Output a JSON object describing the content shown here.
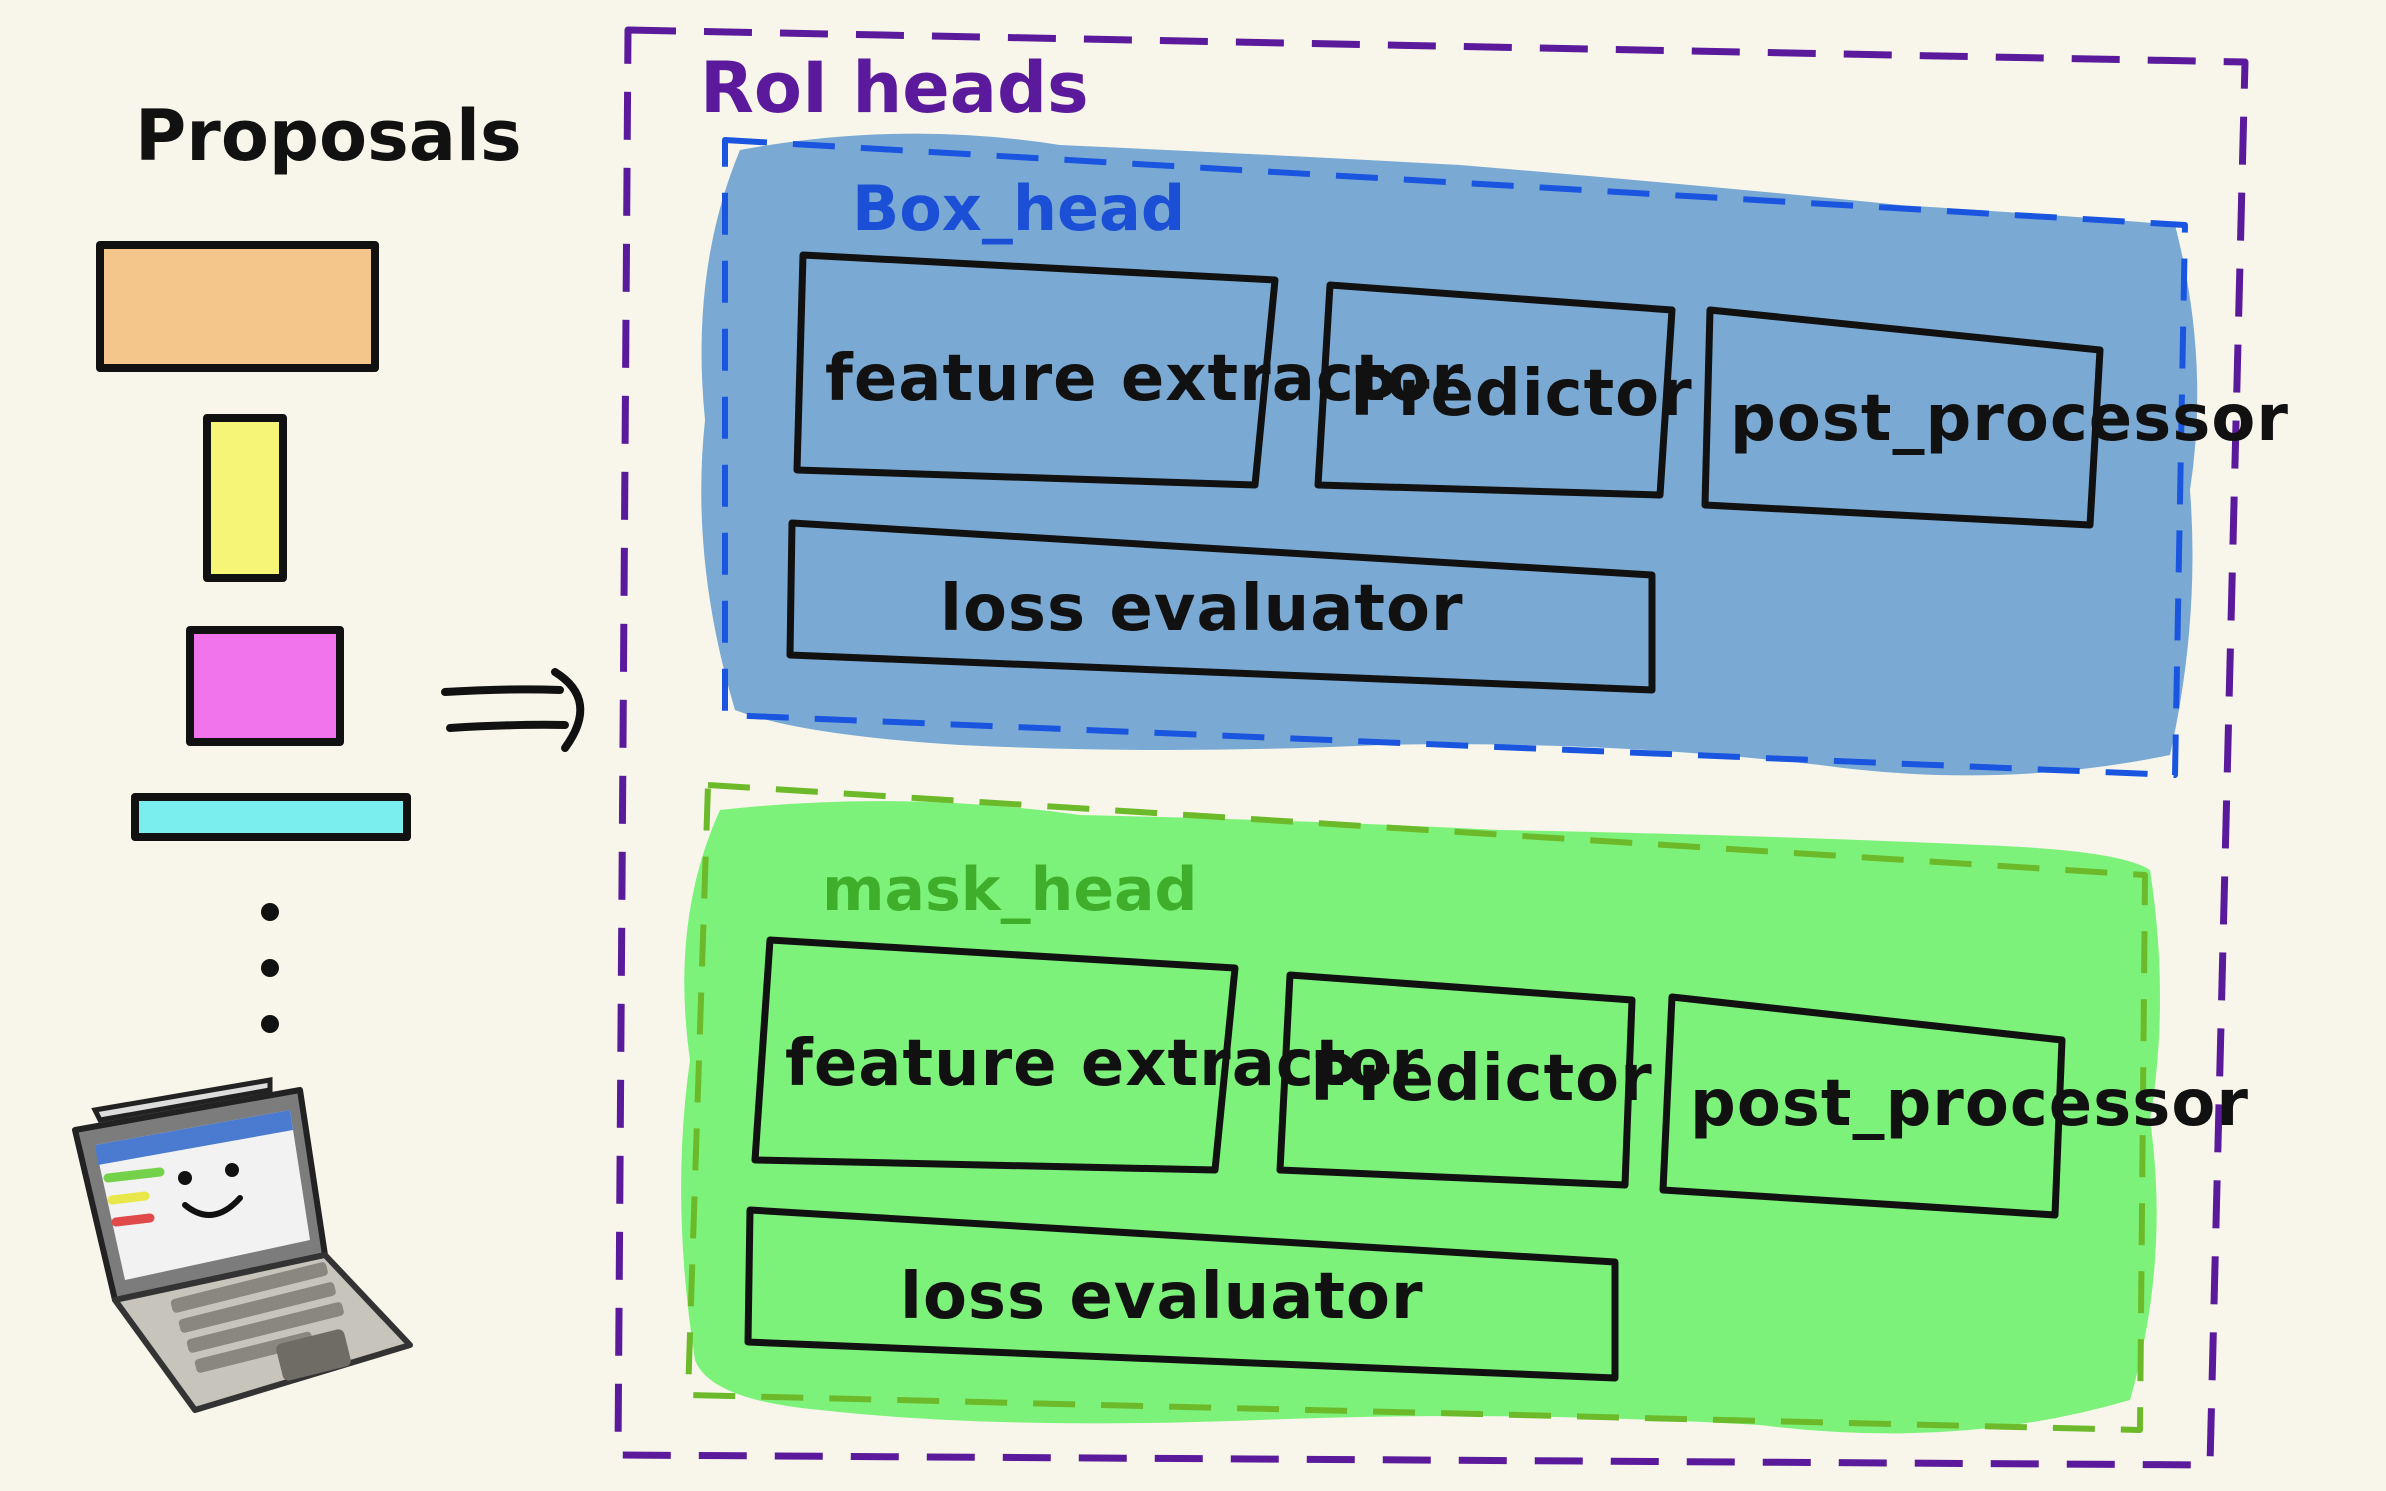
{
  "proposals": {
    "title": "Proposals",
    "items": [
      {
        "color": "#f5c68c"
      },
      {
        "color": "#f6f577"
      },
      {
        "color": "#f174ec"
      },
      {
        "color": "#7aeeee"
      }
    ],
    "ellipsis_dots": 3
  },
  "roi_heads": {
    "title": "RoI heads",
    "border_color": "#5b1a9c",
    "heads": [
      {
        "id": "box",
        "title": "Box_head",
        "fill": "#7aaad4",
        "border_color": "#1a55e0",
        "title_color": "#1a4fd6",
        "modules": [
          "feature extractor",
          "Predictor",
          "post_processor"
        ],
        "loss": "loss evaluator"
      },
      {
        "id": "mask",
        "title": "mask_head",
        "fill": "#7df27a",
        "border_color": "#6cba2a",
        "title_color": "#3fae2a",
        "modules": [
          "feature extractor",
          "Predictor",
          "post_processor"
        ],
        "loss": "loss evaluator"
      }
    ]
  },
  "arrow": {
    "type": "double-arrow",
    "direction": "right"
  },
  "laptop": {
    "icon": "smiling-laptop-icon"
  }
}
